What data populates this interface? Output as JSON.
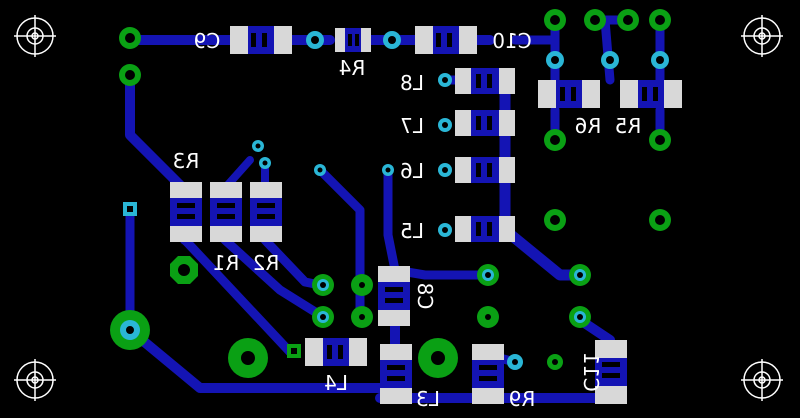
{
  "colors": {
    "background": "#000000",
    "trace": "#1414b4",
    "pad_green": "#0aa014",
    "pad_cyan": "#2ab6d6",
    "silkscreen": "#ffffff",
    "smd_pad": "#d8d8d8"
  },
  "board": {
    "designators": {
      "C9": "C9",
      "R4": "R4",
      "C10": "C10",
      "L8": "L8",
      "L7": "L7",
      "L6": "L6",
      "L5": "L5",
      "R6": "R6",
      "R5": "R5",
      "R3": "R3",
      "R1": "R1",
      "R2": "R2",
      "C8": "C8",
      "L4": "L4",
      "L3": "L3",
      "R9": "R9",
      "C11": "C11"
    },
    "mounting_holes": [
      "top-left",
      "top-right",
      "bottom-left",
      "bottom-right"
    ]
  }
}
